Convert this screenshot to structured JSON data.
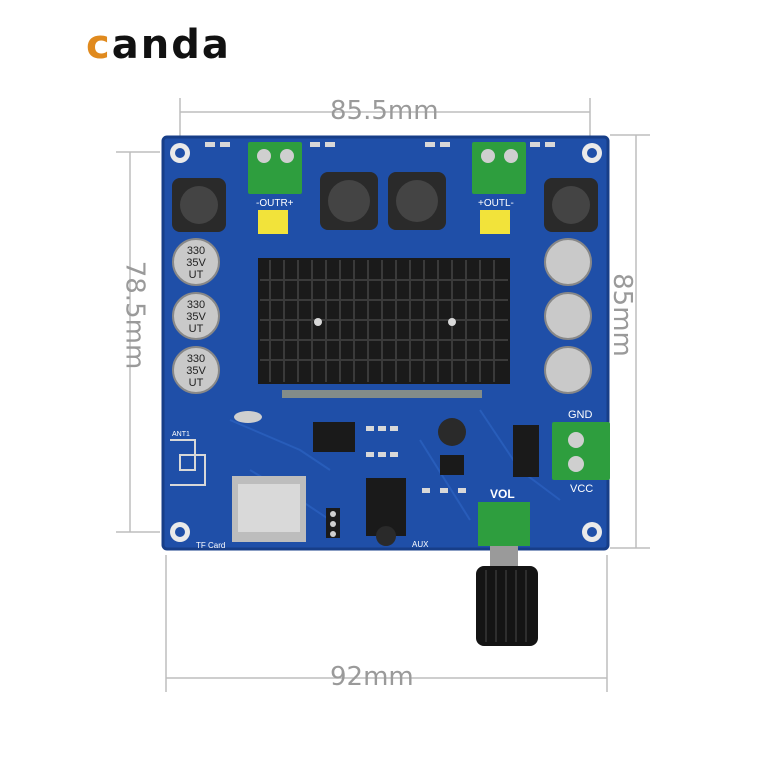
{
  "brand": {
    "text_first": "c",
    "text_rest": "anda",
    "accent_color": "#e08a1e"
  },
  "dimensions": {
    "top": "85.5mm",
    "left": "78.5mm",
    "right": "85mm",
    "bottom": "92mm"
  },
  "board": {
    "color": "#1f4fa8",
    "labels": {
      "outr": "-OUTR+",
      "outl": "+OUTL-",
      "gnd": "GND",
      "vcc": "VCC",
      "vol": "VOL",
      "aux": "AUX",
      "tf": "TF Card",
      "ant": "ANT1"
    },
    "capacitor_text": [
      "330",
      "35V",
      "UT"
    ]
  },
  "icons": [
    "mounting-hole-icon",
    "heatsink-icon",
    "inductor-icon",
    "capacitor-icon",
    "terminal-block-icon",
    "potentiometer-knob-icon",
    "audio-jack-icon",
    "sd-card-slot-icon",
    "antenna-icon"
  ]
}
